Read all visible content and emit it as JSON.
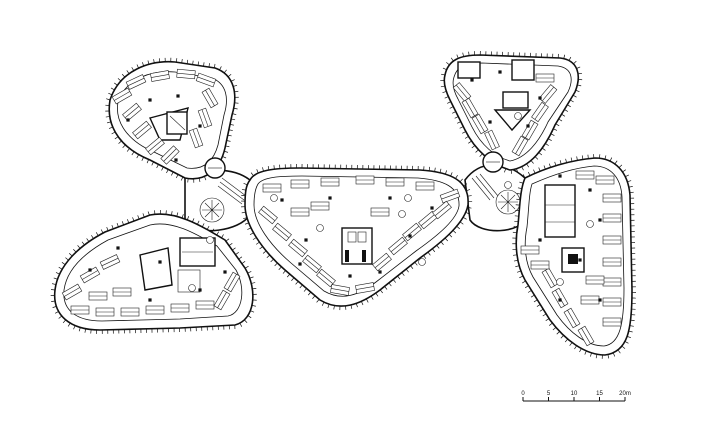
{
  "scale_bar": {
    "ticks": [
      "0",
      "5",
      "10",
      "15",
      "20m"
    ]
  },
  "zones": {
    "west_wing": {},
    "southwest_wing": {},
    "central_wing": {},
    "northeast_wing": {},
    "east_wing": {}
  }
}
